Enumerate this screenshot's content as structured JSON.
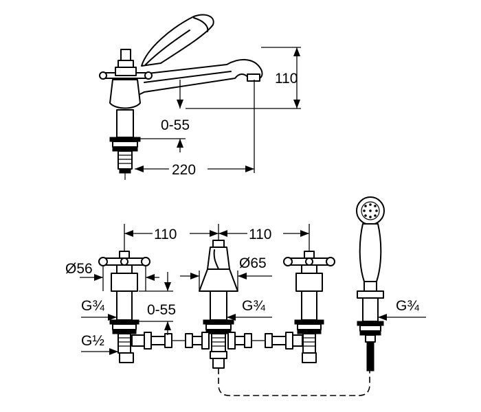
{
  "dimensions": {
    "side_spout_height": "110",
    "side_adjust_range": "0-55",
    "side_spout_reach": "220",
    "front_spacing_left": "110",
    "front_spacing_right": "110",
    "handle_diameter": "Ø56",
    "spout_base_diameter": "Ø65",
    "front_adjust_range": "0-55",
    "thread_valve": "G¾",
    "thread_center": "G¾",
    "thread_shower": "G¾",
    "thread_supply": "G½"
  }
}
